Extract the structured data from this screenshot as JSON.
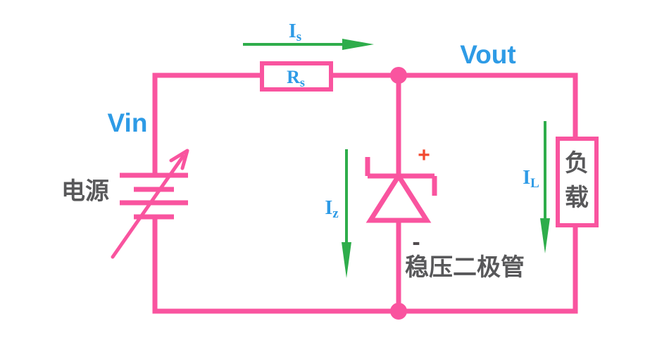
{
  "labels": {
    "vin": "Vin",
    "vout": "Vout",
    "source": "电源",
    "zener": "稳压二极管",
    "load_char1": "负",
    "load_char2": "载",
    "plus": "+",
    "minus": "-",
    "is": {
      "main": "I",
      "sub": "s"
    },
    "rs": {
      "main": "R",
      "sub": "s"
    },
    "iz": {
      "main": "I",
      "sub": "z"
    },
    "il": {
      "main": "I",
      "sub": "L"
    }
  },
  "colors": {
    "wire_pink": "#F9549F",
    "arrow_green": "#2EAD4B",
    "label_blue": "#2E9BE6",
    "text_dark": "#58585A",
    "plus_red": "#F2492F",
    "minus_dark": "#514B4E",
    "background": "#FFFFFF"
  }
}
